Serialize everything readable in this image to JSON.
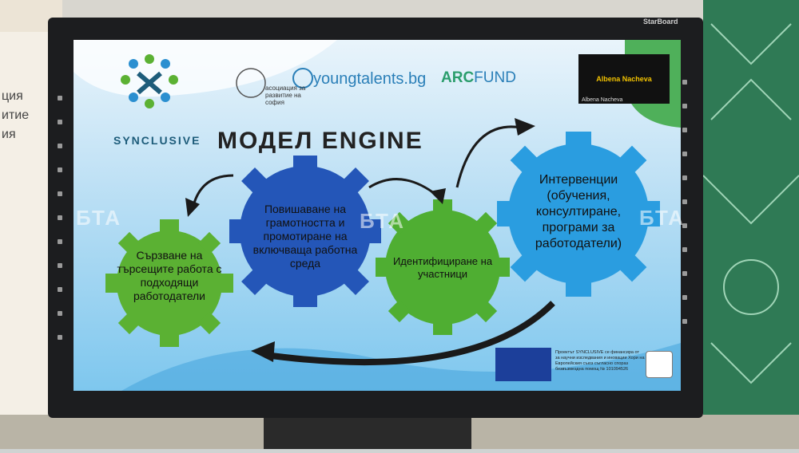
{
  "room": {
    "left_banner_lines": [
      "ция",
      "итие",
      "ия"
    ],
    "monitor_brand": "StarBoard"
  },
  "slide": {
    "logo_text": "SYNCLUSIVE",
    "title": "МОДЕЛ ENGINE",
    "partners": {
      "association": "асоциация за развитие на софия",
      "youngtalents": "youngtalents.bg",
      "arc_a": "ARC",
      "arc_b": "FUND"
    },
    "gears": [
      {
        "label": "Сързване на търсещите работа с подходящи работодатели",
        "color": "#5bb133"
      },
      {
        "label": "Повишаване на грамотността и промотиране на включваща работна среда",
        "color": "#2456b8"
      },
      {
        "label": "Идентифициране на участници",
        "color": "#4fae32"
      },
      {
        "label": "Интервенции (обучения, консултиране, програми за работодатели)",
        "color": "#2a9de0"
      }
    ],
    "video_call": {
      "name": "Albena Nacheva",
      "caption": "Albena Nacheva"
    },
    "eu_notice": "Проектът SYNCLUSIVE се финансира от за научни изследвания и иновации Хори на Европейския съюз съгласно спораз безвъзмездна помощ № 101094526",
    "watermark": "БТА"
  },
  "colors": {
    "accent_blue": "#2456b8",
    "accent_green": "#5bb133",
    "screen_bg": "#bfe1f5"
  }
}
